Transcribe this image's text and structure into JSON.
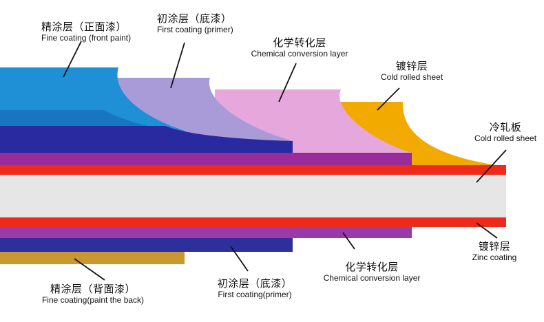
{
  "labels": {
    "top_fine_coating": {
      "cn": "精涂层（正面漆）",
      "en": "Fine coating (front paint)"
    },
    "top_first_coating": {
      "cn": "初涂层（底漆）",
      "en": "First coating (primer)"
    },
    "top_chemical_conversion": {
      "cn": "化学转化层",
      "en": "Chemical conversion layer"
    },
    "top_galvanized": {
      "cn": "镀锌层",
      "en": "Cold rolled sheet"
    },
    "cold_rolled": {
      "cn": "冷轧板",
      "en": "Cold rolled sheet"
    },
    "bottom_galvanized": {
      "cn": "镀锌层",
      "en": "Zinc coating"
    },
    "bottom_chemical_conversion": {
      "cn": "化学转化层",
      "en": "Chemical conversion layer"
    },
    "bottom_first_coating": {
      "cn": "初涂层（底漆）",
      "en": "First coating(primer)"
    },
    "bottom_fine_coating": {
      "cn": "精涂层（背面漆）",
      "en": "Fine coating(paint the back)"
    }
  },
  "colors": {
    "fine_coating_top": "#1f8fd6",
    "fine_coating_edge": "#1560b0",
    "primer_top": "#a99ad8",
    "primer_edge": "#2a2aa0",
    "chemical_top": "#e6a8dc",
    "chemical_edge": "#9a2b9a",
    "zinc_top": "#f2a900",
    "zinc_red": "#ee2b1a",
    "core_steel": "#e6e6e6",
    "navy_bottom": "#2d2f9c",
    "purple_bottom": "#9a3aa8",
    "gold_bottom": "#c9982e"
  }
}
